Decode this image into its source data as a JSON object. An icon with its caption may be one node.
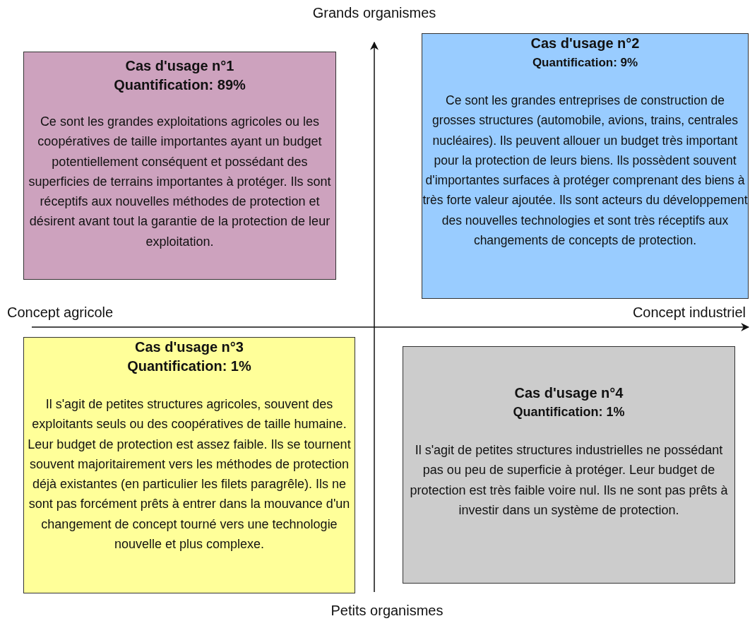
{
  "diagram": {
    "nodes": [
      {
        "text": [
          "Cas d'usage n°1",
          "Quantification: 89%",
          "Ce sont les grandes exploitations agricoles ou les coopératives de taille importantes ayant un budget potentiellement conséquent et possédant des superficies de terrains importantes à protéger. Ils sont réceptifs aux nouvelles méthodes de protection et désirent avant tout la garantie de la protection de leur exploitation."
        ]
      },
      {
        "text": [
          "Cas d'usage n°2",
          "Quantification: 9%",
          "Ce sont les grandes entreprises de construction de grosses structures (automobile, avions, trains, centrales nucléaires). Ils peuvent allouer un budget très important pour la protection de leurs biens. Ils possèdent souvent d'importantes surfaces à protéger comprenant des biens à très forte valeur ajoutée. Ils sont acteurs du développement des nouvelles technologies et sont très réceptifs aux changements de concepts de protection."
        ]
      },
      {
        "text": [
          "Cas d'usage n°3",
          "Quantification: 1%",
          "Il s'agit de petites structures agricoles, souvent des exploitants seuls ou des coopératives de taille humaine. Leur budget de protection est assez faible. Ils se tournent souvent majoritairement vers les méthodes de protection déjà existantes (en particulier les filets paragrêle). Ils ne sont pas forcément prêts à entrer dans la mouvance d'un changement de concept tourné vers une technologie nouvelle et plus complexe."
        ]
      },
      {
        "text": [
          "Cas d'usage n°4",
          "Quantification: 1%",
          "Il s'agit de petites structures industrielles ne possédant pas ou peu de superficie à protéger. Leur budget de protection est très faible voire nul. Ils ne sont pas prêts à investir dans un système de protection."
        ]
      }
    ],
    "labels": [
      "Grands organismes",
      "Concept agricole",
      "Concept industriel",
      "Petits organismes"
    ]
  }
}
